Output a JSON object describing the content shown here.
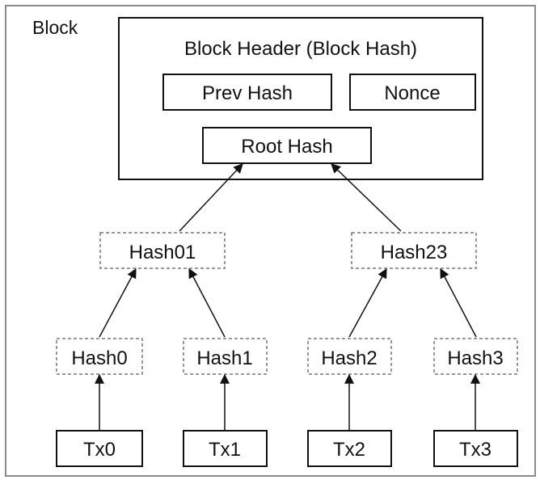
{
  "block": {
    "label": "Block",
    "header": {
      "title": "Block Header (Block Hash)",
      "prev_hash": "Prev Hash",
      "nonce": "Nonce",
      "root_hash": "Root Hash"
    }
  },
  "merkle": {
    "level1": [
      "Hash01",
      "Hash23"
    ],
    "level0": [
      "Hash0",
      "Hash1",
      "Hash2",
      "Hash3"
    ]
  },
  "transactions": [
    "Tx0",
    "Tx1",
    "Tx2",
    "Tx3"
  ],
  "colors": {
    "stroke": "#111111",
    "dashed": "#777777",
    "outer_border": "#8a8a8a",
    "background": "#ffffff"
  }
}
